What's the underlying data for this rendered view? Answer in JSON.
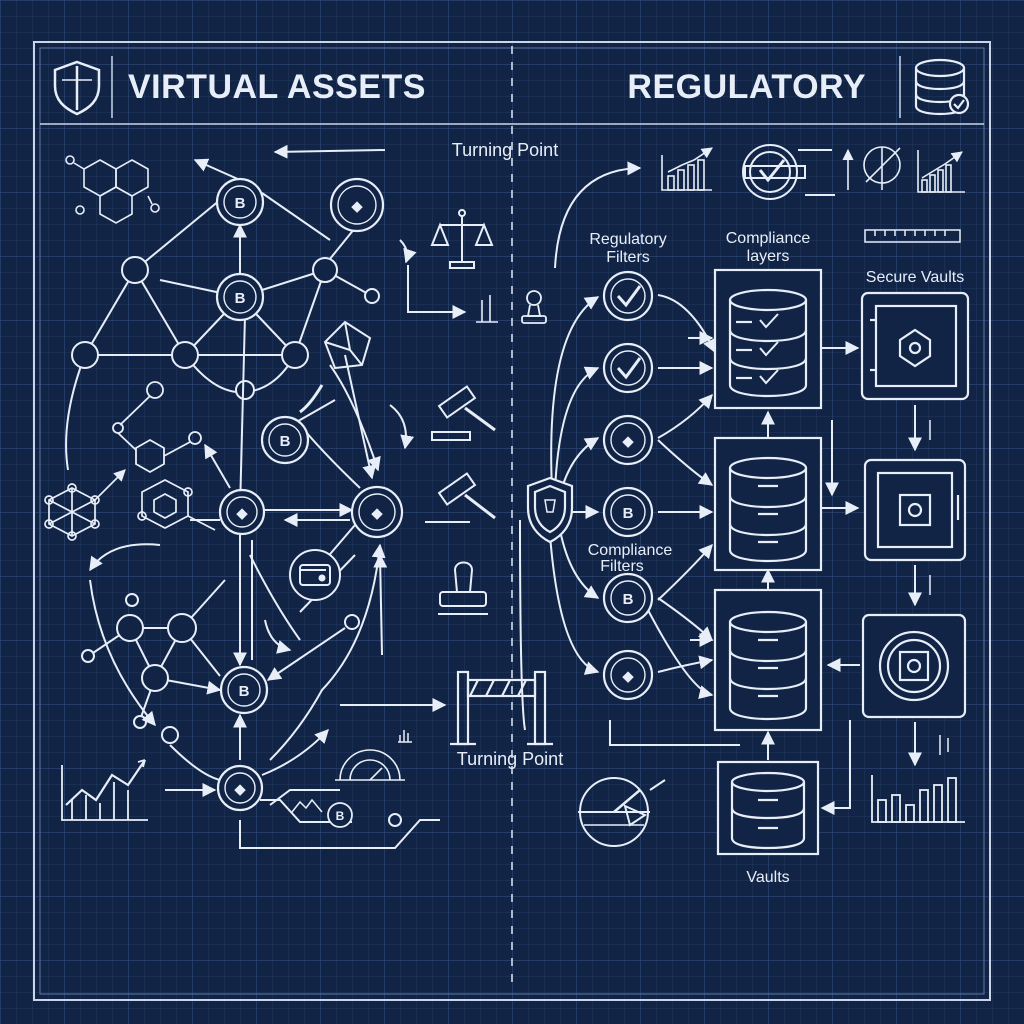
{
  "header": {
    "left_title": "VIRTUAL ASSETS",
    "right_title": "REGULATORY"
  },
  "labels": {
    "turning_point_top": "Turning Point",
    "turning_point_bottom": "Turning Point",
    "regulatory_filters_line1": "Regulatory",
    "regulatory_filters_line2": "Filters",
    "compliance_layers_line1": "Compliance",
    "compliance_layers_line2": "layers",
    "secure_vaults": "Secure Vaults",
    "compliance_filters_line1": "Compliance",
    "compliance_filters_line2": "Filters",
    "vaults": "Vaults"
  },
  "coin_glyphs": {
    "bitcoin": "B",
    "ethereum": "◆"
  },
  "icons": {
    "header_left": "shield-icon",
    "header_right": "database-check-icon",
    "justice": "scales-icon",
    "gavel": "gavel-icon",
    "stamp": "stamp-icon",
    "barrier": "barrier-icon",
    "filter_check": "check-circle-icon",
    "vault": "safe-icon",
    "database": "database-icon"
  },
  "colors": {
    "background": "#112446",
    "grid": "#2a4470",
    "line": "#e8eef8"
  }
}
